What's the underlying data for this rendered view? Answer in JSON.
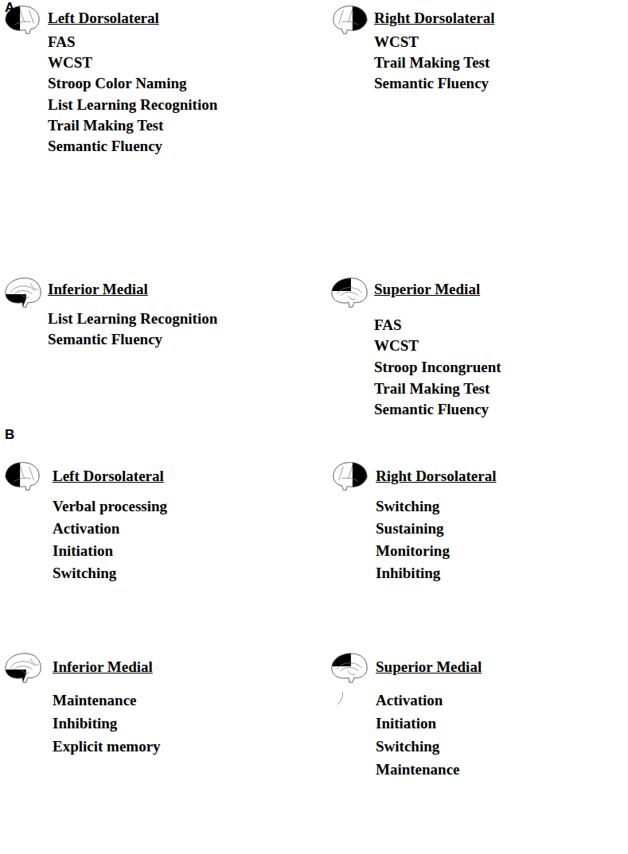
{
  "diagram": {
    "labels": [
      "A",
      "Left Dorsolateral",
      "FAS",
      "WCST",
      "Stroop Color Naming",
      "List Learning Recognition",
      "Trail Making Test",
      "Semantic Fluency",
      "Right Dorsolateral",
      "WCST",
      "Trail Making Test",
      "Semantic Fluency",
      "Inferior Medial",
      "List Learning Recognition",
      "Semantic Fluency",
      "Superior Medial",
      "FAS",
      "WCST",
      "Stroop Incongruent",
      "Trail Making Test",
      "Semantic Fluency",
      "B",
      "Left Dorsolateral",
      "Verbal processing",
      "Activation",
      "Initiation",
      "Switching",
      "Right Dorsolateral",
      "Switching",
      "Sustaining",
      "Monitoring",
      "Inhibiting",
      "Inferior Medial",
      "Maintenance",
      "Inhibiting",
      "Explicit memory",
      "Superior Medial",
      "Activation",
      "Initiation",
      "Switching",
      "Maintenance"
    ]
  }
}
